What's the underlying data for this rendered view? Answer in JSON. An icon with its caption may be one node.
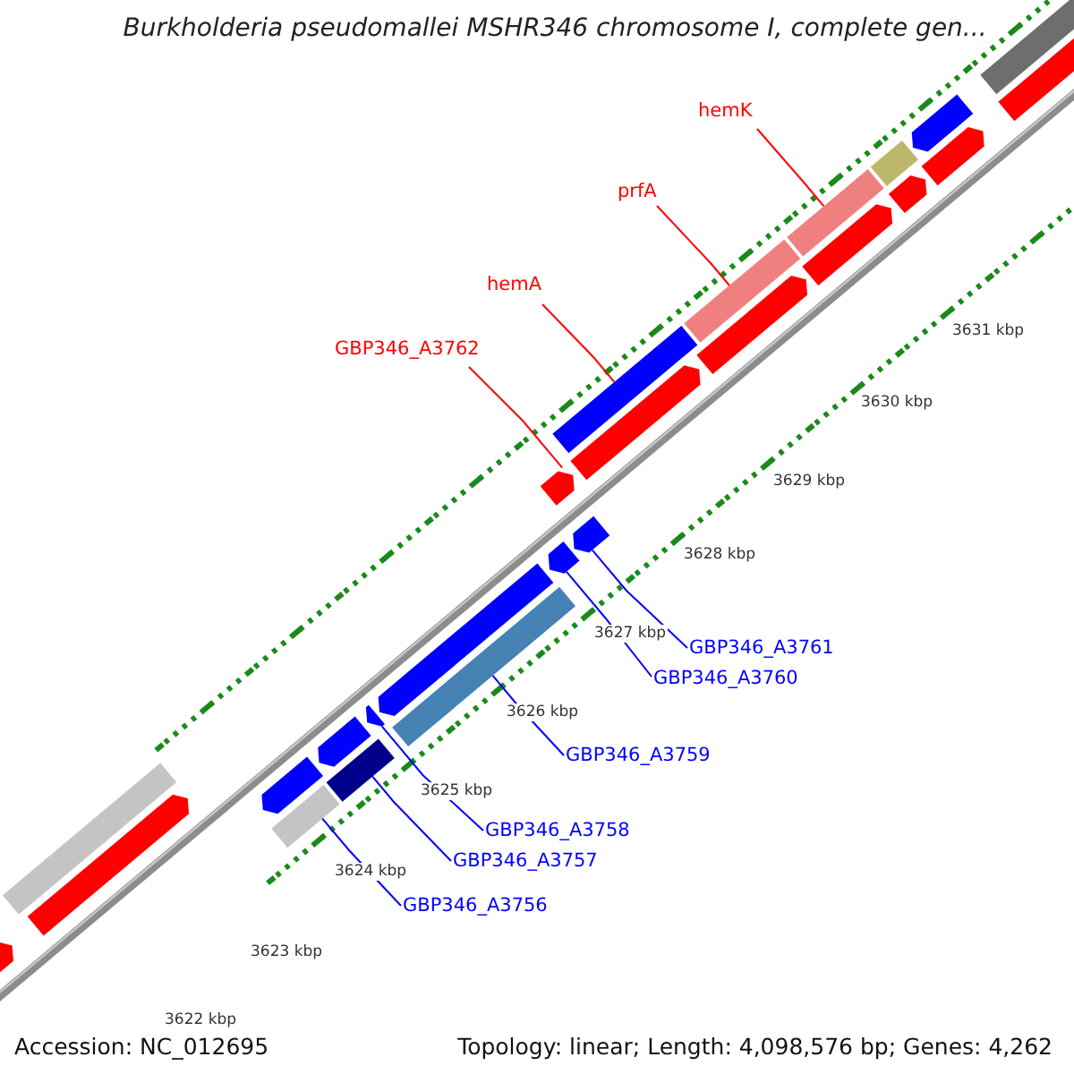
{
  "diagram": {
    "title": "Burkholderia pseudomallei MSHR346 chromosome I, complete gen...",
    "nodes": [
      {
        "text": [
          "GBP346_A3762"
        ]
      },
      {
        "text": [
          "hemA"
        ]
      },
      {
        "text": [
          "prfA"
        ]
      },
      {
        "text": [
          "hemK"
        ]
      },
      {
        "text": [
          "GBP346_A3761"
        ]
      },
      {
        "text": [
          "GBP346_A3760"
        ]
      },
      {
        "text": [
          "GBP346_A3759"
        ]
      },
      {
        "text": [
          "GBP346_A3758"
        ]
      },
      {
        "text": [
          "GBP346_A3757"
        ]
      },
      {
        "text": [
          "GBP346_A3756"
        ]
      },
      {
        "text": [],
        "shape": "arrow"
      },
      {
        "text": [],
        "shape": "bar"
      },
      {
        "text": [],
        "shape": "bar"
      },
      {
        "text": [],
        "shape": "bar"
      },
      {
        "text": [],
        "shape": "arrow"
      },
      {
        "text": [],
        "shape": "arrow"
      },
      {
        "text": [],
        "shape": "bar"
      },
      {
        "text": [],
        "shape": "arrow"
      },
      {
        "text": [],
        "shape": "bar"
      },
      {
        "text": [],
        "shape": "bar"
      },
      {
        "text": [],
        "shape": "arrow"
      },
      {
        "text": [],
        "shape": "bar"
      },
      {
        "text": [],
        "shape": "arrow"
      },
      {
        "text": [],
        "shape": "arrow"
      },
      {
        "text": [],
        "shape": "arrow"
      },
      {
        "text": [],
        "shape": "arrow"
      },
      {
        "text": [],
        "shape": "arrow"
      },
      {
        "text": [],
        "shape": "arrow"
      },
      {
        "text": [],
        "shape": "arrow"
      },
      {
        "text": [],
        "shape": "bar"
      },
      {
        "text": [],
        "shape": "arrow"
      },
      {
        "text": [],
        "shape": "arrow"
      },
      {
        "text": [],
        "shape": "arrow"
      },
      {
        "text": [],
        "shape": "bar"
      },
      {
        "text": [],
        "shape": "arrow"
      }
    ],
    "edges": [
      {
        "from": 0,
        "to": 10,
        "arrow": "none",
        "color": "#ff0000"
      },
      {
        "from": 1,
        "to": 11,
        "arrow": "none",
        "color": "#ff0000"
      },
      {
        "from": 2,
        "to": 12,
        "arrow": "none",
        "color": "#ff0000"
      },
      {
        "from": 3,
        "to": 13,
        "arrow": "none",
        "color": "#ff0000"
      },
      {
        "from": 4,
        "to": 14,
        "arrow": "none"
      },
      {
        "from": 5,
        "to": 15,
        "arrow": "none"
      },
      {
        "from": 6,
        "to": 16,
        "arrow": "none"
      },
      {
        "from": 7,
        "to": 17,
        "arrow": "none"
      },
      {
        "from": 8,
        "to": 18,
        "arrow": "none"
      },
      {
        "from": 9,
        "to": 19,
        "arrow": "none"
      }
    ],
    "labels": [
      "3631 kbp",
      "3630 kbp",
      "3629 kbp",
      "3628 kbp",
      "3627 kbp",
      "3626 kbp",
      "3625 kbp",
      "3624 kbp",
      "3623 kbp",
      "3622 kbp",
      "Accession: NC_012695",
      "Topology: linear; Length: 4,098,576 bp; Genes: 4,262"
    ]
  }
}
